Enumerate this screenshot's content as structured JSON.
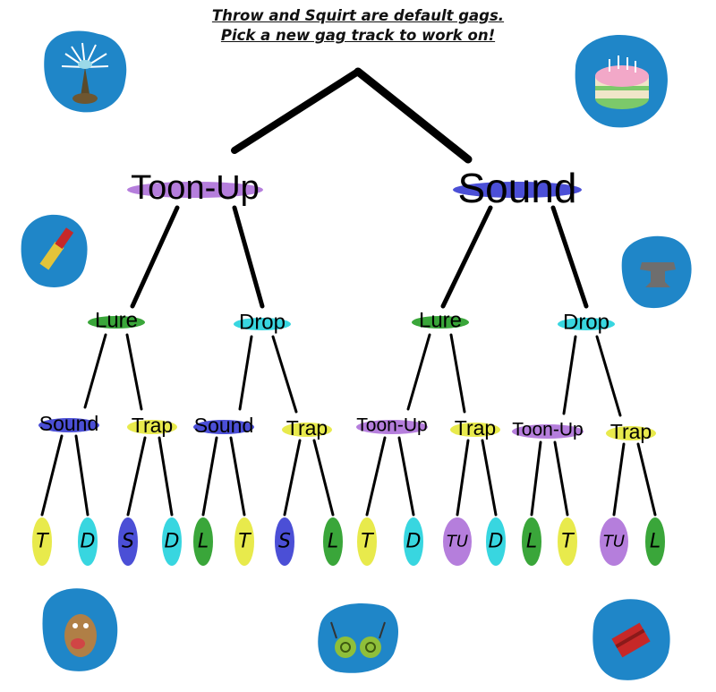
{
  "header": {
    "line1": "Throw and Squirt are default gags.",
    "line2": "Pick a new gag track to work on!"
  },
  "colors": {
    "toonup": "#b57edc",
    "sound": "#4b4fd6",
    "lure": "#3aa63a",
    "drop": "#38d6e0",
    "trap": "#e8ea4c",
    "throw": "#e8ea4c",
    "icon_blob": "#1f86c8",
    "line": "#000000"
  },
  "tree": {
    "level1": [
      {
        "id": "toonup",
        "label": "Toon-Up",
        "track": "toonup"
      },
      {
        "id": "sound",
        "label": "Sound",
        "track": "sound"
      }
    ],
    "level2": [
      {
        "label": "Lure",
        "track": "lure"
      },
      {
        "label": "Drop",
        "track": "drop"
      },
      {
        "label": "Lure",
        "track": "lure"
      },
      {
        "label": "Drop",
        "track": "drop"
      }
    ],
    "level3": [
      {
        "label": "Sound",
        "track": "sound"
      },
      {
        "label": "Trap",
        "track": "trap"
      },
      {
        "label": "Sound",
        "track": "sound"
      },
      {
        "label": "Trap",
        "track": "trap"
      },
      {
        "label": "Toon-Up",
        "track": "toonup"
      },
      {
        "label": "Trap",
        "track": "trap"
      },
      {
        "label": "Toon-Up",
        "track": "toonup"
      },
      {
        "label": "Trap",
        "track": "trap"
      }
    ],
    "leaves": [
      {
        "label": "T",
        "track": "throw"
      },
      {
        "label": "D",
        "track": "drop"
      },
      {
        "label": "S",
        "track": "sound"
      },
      {
        "label": "D",
        "track": "drop"
      },
      {
        "label": "L",
        "track": "lure"
      },
      {
        "label": "T",
        "track": "throw"
      },
      {
        "label": "S",
        "track": "sound"
      },
      {
        "label": "L",
        "track": "lure"
      },
      {
        "label": "T",
        "track": "throw"
      },
      {
        "label": "D",
        "track": "drop"
      },
      {
        "label": "TU",
        "track": "toonup"
      },
      {
        "label": "D",
        "track": "drop"
      },
      {
        "label": "L",
        "track": "lure"
      },
      {
        "label": "T",
        "track": "throw"
      },
      {
        "label": "TU",
        "track": "toonup"
      },
      {
        "label": "L",
        "track": "lure"
      }
    ]
  },
  "icons": [
    {
      "name": "toonup-flower-icon"
    },
    {
      "name": "sound-cake-icon"
    },
    {
      "name": "lipstick-icon"
    },
    {
      "name": "anvil-icon"
    },
    {
      "name": "lure-glasses-icon"
    },
    {
      "name": "trap-dynamite-icon"
    },
    {
      "name": "sound-moose-icon"
    }
  ]
}
